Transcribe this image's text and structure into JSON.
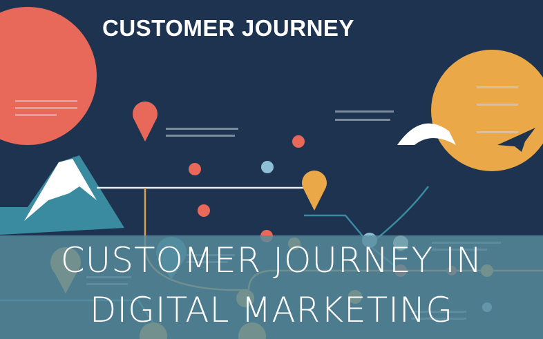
{
  "infographic": {
    "title": "CUSTOMER JOURNEY",
    "colors": {
      "background": "#1d3350",
      "coral": "#e8685a",
      "orange": "#eaa848",
      "teal": "#3a8aa0",
      "light_blue": "#8fbfd6",
      "overlay": "#588c9e"
    }
  },
  "overlay": {
    "line1": "CUSTOMER JOURNEY IN",
    "line2": "DIGITAL MARKETING"
  }
}
